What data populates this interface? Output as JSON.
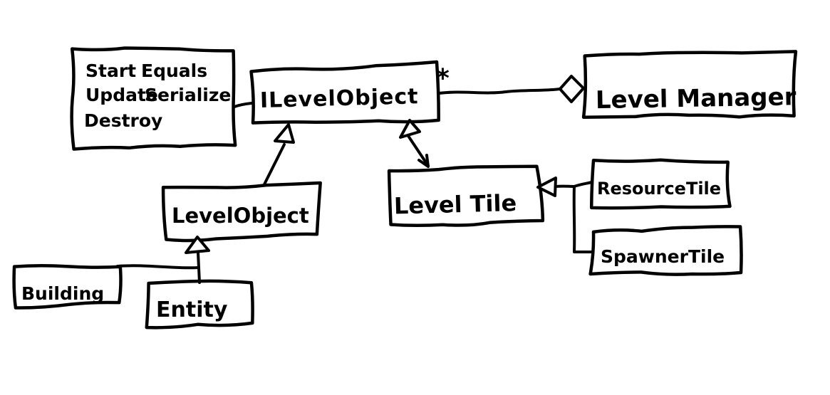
{
  "canvas": {
    "background": "#ffffff",
    "ink": "#000000"
  },
  "note_box": {
    "column1": [
      "Start",
      "Update",
      "Destroy"
    ],
    "column2": [
      "Equals",
      "Serialize"
    ]
  },
  "nodes": {
    "ilevelobject": {
      "label": "ILevelObject"
    },
    "levelmanager": {
      "label": "Level Manager"
    },
    "levelobject": {
      "label": "LevelObject"
    },
    "leveltile": {
      "label": "Level Tile"
    },
    "resourcetile": {
      "label": "ResourceTile"
    },
    "spawnertile": {
      "label": "SpawnerTile"
    },
    "building": {
      "label": "Building"
    },
    "entity": {
      "label": "Entity"
    }
  },
  "relationships": [
    {
      "from": "LevelManager",
      "to": "ILevelObject",
      "type": "aggregation",
      "multiplicity": "*"
    },
    {
      "from": "LevelObject",
      "to": "ILevelObject",
      "type": "realization"
    },
    {
      "from": "LevelTile",
      "to": "ILevelObject",
      "type": "realization"
    },
    {
      "from": "ResourceTile",
      "to": "LevelTile",
      "type": "inheritance"
    },
    {
      "from": "SpawnerTile",
      "to": "LevelTile",
      "type": "inheritance"
    },
    {
      "from": "Building",
      "to": "LevelObject",
      "type": "inheritance"
    },
    {
      "from": "Entity",
      "to": "LevelObject",
      "type": "inheritance"
    }
  ]
}
